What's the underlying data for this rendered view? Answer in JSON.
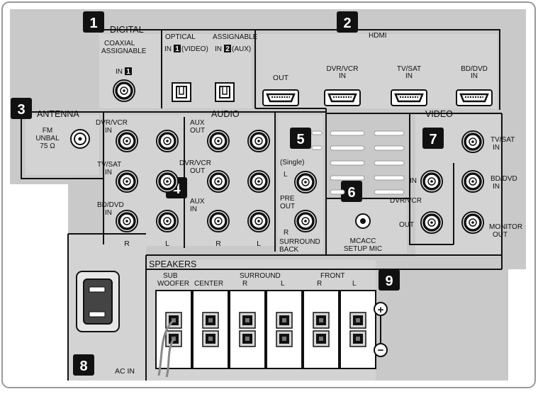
{
  "sections": {
    "digital": {
      "badge": "1",
      "title": "DIGITAL"
    },
    "hdmi": {
      "badge": "2",
      "title": "HDMI"
    },
    "antenna": {
      "badge": "3",
      "title": "ANTENNA"
    },
    "audio": {
      "badge": "4",
      "title": "AUDIO"
    },
    "preout": {
      "badge": "5"
    },
    "mic": {
      "badge": "6"
    },
    "video": {
      "badge": "7",
      "title": "VIDEO"
    },
    "acin": {
      "badge": "8",
      "title": "AC IN"
    },
    "speakers": {
      "badge": "9",
      "title": "SPEAKERS"
    }
  },
  "digital": {
    "coaxial_l1": "COAXIAL",
    "coaxial_l2": "ASSIGNABLE",
    "coax_in": "IN",
    "coax_in_num": "1",
    "optical": "OPTICAL",
    "assignable": "ASSIGNABLE",
    "opt1_in": "IN",
    "opt1_num": "1",
    "opt1_src": "(VIDEO)",
    "opt2_in": "IN",
    "opt2_num": "2",
    "opt2_src": "(AUX)"
  },
  "hdmi": {
    "out": "OUT",
    "in1_l1": "DVR/VCR",
    "in1_l2": "IN",
    "in2_l1": "TV/SAT",
    "in2_l2": "IN",
    "in3_l1": "BD/DVD",
    "in3_l2": "IN"
  },
  "antenna": {
    "l1": "FM",
    "l2": "UNBAL",
    "l3": "75 Ω"
  },
  "audio": {
    "dvr_l1": "DVR/VCR",
    "dvr_l2": "IN",
    "tvsat_l1": "TV/SAT",
    "tvsat_l2": "IN",
    "bddvd_l1": "BD/DVD",
    "bddvd_l2": "IN",
    "auxout_l1": "AUX",
    "auxout_l2": "OUT",
    "dvrout_l1": "DVR/VCR",
    "dvrout_l2": "OUT",
    "auxin_l1": "AUX",
    "auxin_l2": "IN",
    "r1": "R",
    "l1": "L",
    "r2": "R",
    "l2": "L"
  },
  "preout": {
    "single": "(Single)",
    "l": "L",
    "pre": "PRE",
    "out": "OUT",
    "r": "R",
    "surround": "SURROUND",
    "back": "BACK"
  },
  "mic": {
    "l1": "MCACC",
    "l2": "SETUP MIC"
  },
  "video": {
    "tvsat_l1": "TV/SAT",
    "tvsat_l2": "IN",
    "bddvd_l1": "BD/DVD",
    "bddvd_l2": "IN",
    "monitor_l1": "MONITOR",
    "monitor_l2": "OUT",
    "dvrvcr": "DVR/VCR",
    "in": "IN",
    "out": "OUT"
  },
  "speakers": {
    "sub_l1": "SUB",
    "sub_l2": "WOOFER",
    "center": "CENTER",
    "surround": "SURROUND",
    "sur_r": "R",
    "sur_l": "L",
    "front": "FRONT",
    "fr_r": "R",
    "fr_l": "L",
    "plus": "+",
    "minus": "−"
  }
}
